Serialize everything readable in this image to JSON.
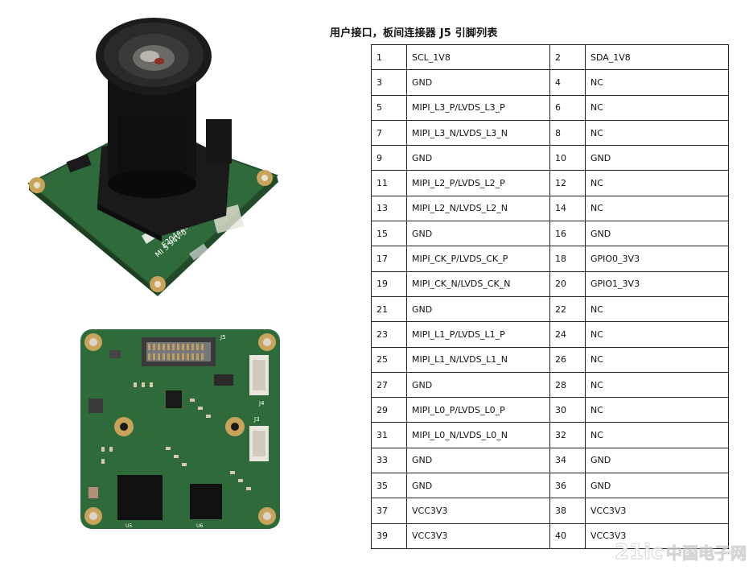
{
  "title": "用户接口，板间连接器 J5 引脚列表",
  "images": {
    "camera_module": {
      "silkscreen_1": "E204480",
      "silkscreen_2": "MI S 94V-0"
    },
    "pcb_bottom": {
      "connector_label": "J5",
      "j4_label": "J4",
      "j3_label": "J3",
      "u5_label": "U5",
      "u6_label": "U6"
    }
  },
  "pin_table": {
    "rows": [
      {
        "pin_a": "1",
        "sig_a": "SCL_1V8",
        "pin_b": "2",
        "sig_b": "SDA_1V8"
      },
      {
        "pin_a": "3",
        "sig_a": "GND",
        "pin_b": "4",
        "sig_b": "NC"
      },
      {
        "pin_a": "5",
        "sig_a": "MIPI_L3_P/LVDS_L3_P",
        "pin_b": "6",
        "sig_b": "NC"
      },
      {
        "pin_a": "7",
        "sig_a": "MIPI_L3_N/LVDS_L3_N",
        "pin_b": "8",
        "sig_b": "NC"
      },
      {
        "pin_a": "9",
        "sig_a": "GND",
        "pin_b": "10",
        "sig_b": "GND"
      },
      {
        "pin_a": "11",
        "sig_a": "MIPI_L2_P/LVDS_L2_P",
        "pin_b": "12",
        "sig_b": "NC"
      },
      {
        "pin_a": "13",
        "sig_a": "MIPI_L2_N/LVDS_L2_N",
        "pin_b": "14",
        "sig_b": "NC"
      },
      {
        "pin_a": "15",
        "sig_a": "GND",
        "pin_b": "16",
        "sig_b": "GND"
      },
      {
        "pin_a": "17",
        "sig_a": "MIPI_CK_P/LVDS_CK_P",
        "pin_b": "18",
        "sig_b": "GPIO0_3V3"
      },
      {
        "pin_a": "19",
        "sig_a": "MIPI_CK_N/LVDS_CK_N",
        "pin_b": "20",
        "sig_b": "GPIO1_3V3"
      },
      {
        "pin_a": "21",
        "sig_a": "GND",
        "pin_b": "22",
        "sig_b": "NC"
      },
      {
        "pin_a": "23",
        "sig_a": "MIPI_L1_P/LVDS_L1_P",
        "pin_b": "24",
        "sig_b": "NC"
      },
      {
        "pin_a": "25",
        "sig_a": "MIPI_L1_N/LVDS_L1_N",
        "pin_b": "26",
        "sig_b": "NC"
      },
      {
        "pin_a": "27",
        "sig_a": "GND",
        "pin_b": "28",
        "sig_b": "NC"
      },
      {
        "pin_a": "29",
        "sig_a": "MIPI_L0_P/LVDS_L0_P",
        "pin_b": "30",
        "sig_b": "NC"
      },
      {
        "pin_a": "31",
        "sig_a": "MIPI_L0_N/LVDS_L0_N",
        "pin_b": "32",
        "sig_b": "NC"
      },
      {
        "pin_a": "33",
        "sig_a": "GND",
        "pin_b": "34",
        "sig_b": "GND"
      },
      {
        "pin_a": "35",
        "sig_a": "GND",
        "pin_b": "36",
        "sig_b": "GND"
      },
      {
        "pin_a": "37",
        "sig_a": "VCC3V3",
        "pin_b": "38",
        "sig_b": "VCC3V3"
      },
      {
        "pin_a": "39",
        "sig_a": "VCC3V3",
        "pin_b": "40",
        "sig_b": "VCC3V3"
      }
    ]
  },
  "watermark": {
    "text_latin": "21ic",
    "text_cn": "中国电子网"
  },
  "colors": {
    "pcb_green": "#2f6b3a",
    "pcb_dark": "#1e4a28",
    "pad_gold": "#c9a35a",
    "lens_black": "#141414",
    "border": "#222222"
  }
}
